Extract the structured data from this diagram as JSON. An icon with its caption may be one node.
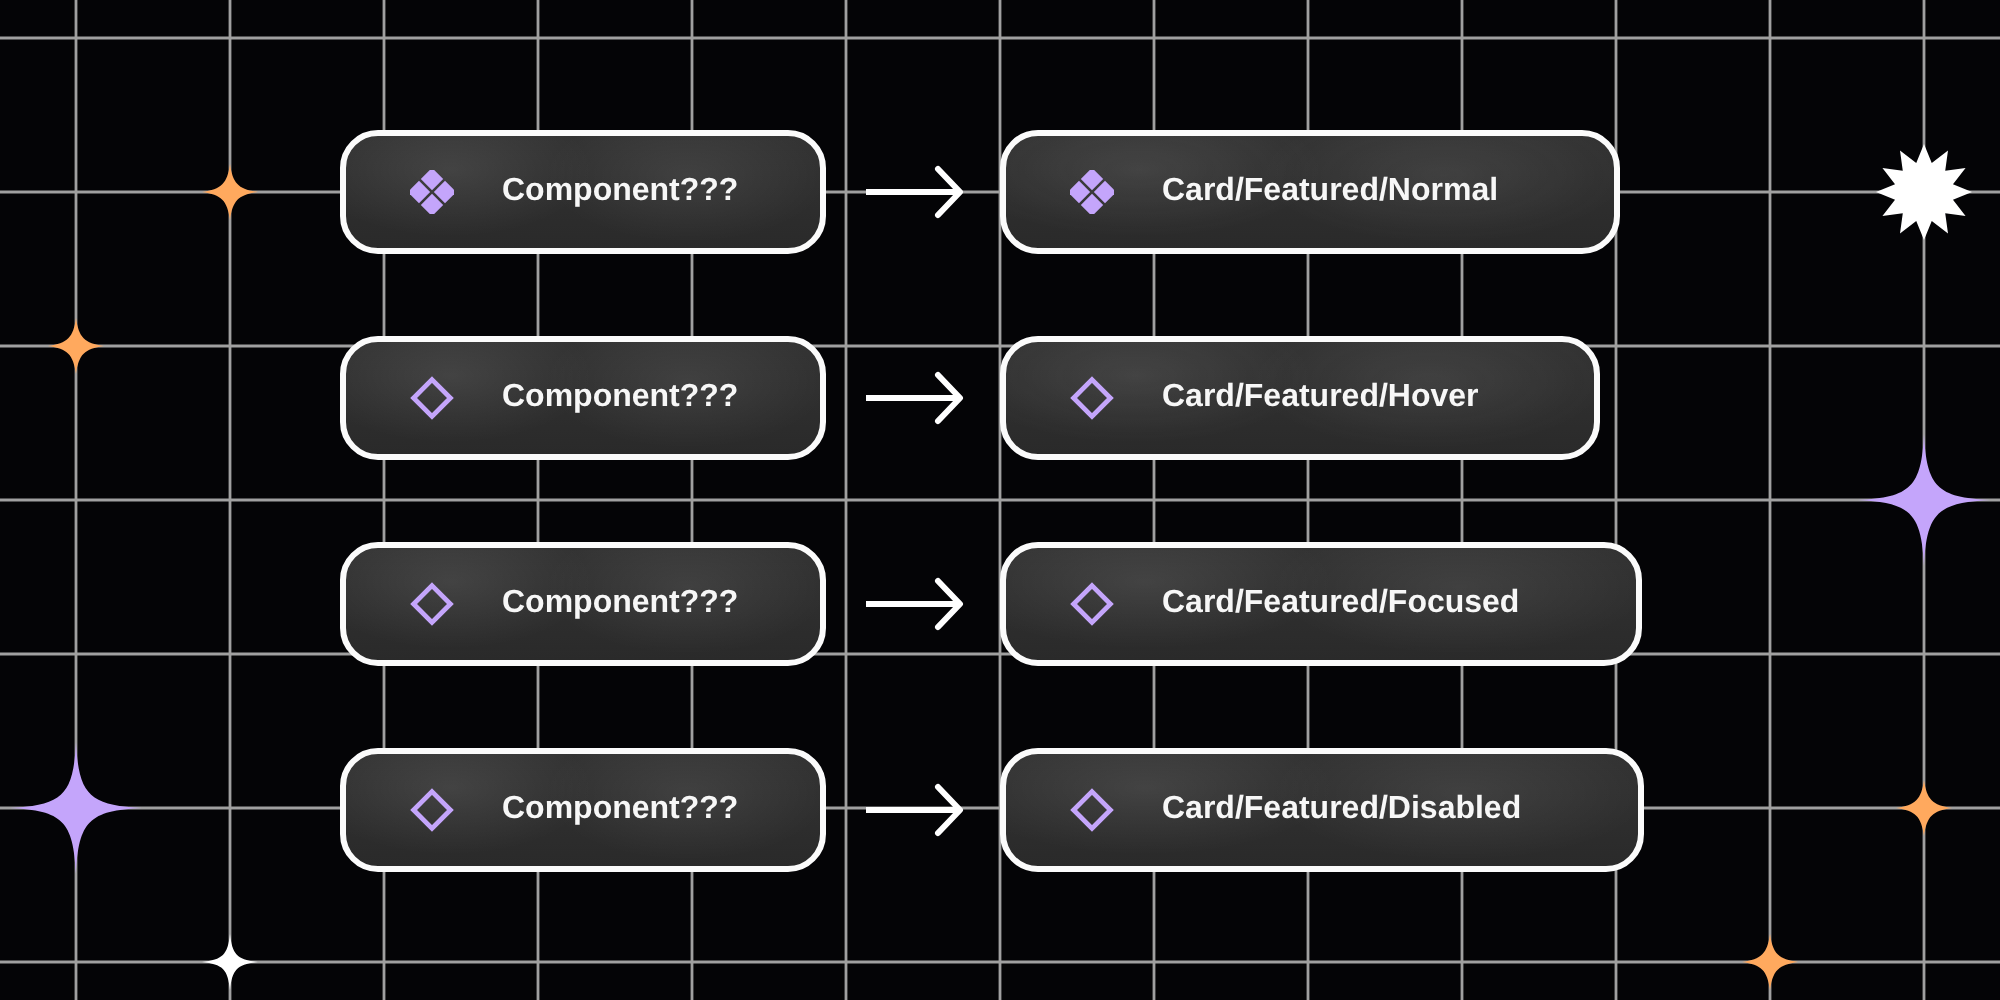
{
  "diagram": {
    "nodes": [
      {
        "text": [
          "Component???"
        ]
      },
      {
        "text": [
          "Card/Featured/Normal"
        ]
      },
      {
        "text": [
          "Component???"
        ]
      },
      {
        "text": [
          "Card/Featured/Hover"
        ]
      },
      {
        "text": [
          "Component???"
        ]
      },
      {
        "text": [
          "Card/Featured/Focused"
        ]
      },
      {
        "text": [
          "Component???"
        ]
      },
      {
        "text": [
          "Card/Featured/Disabled"
        ]
      }
    ],
    "edges": [
      {
        "from": 0,
        "to": 1,
        "arrow": "to"
      },
      {
        "from": 2,
        "to": 3,
        "arrow": "to"
      },
      {
        "from": 4,
        "to": 5,
        "arrow": "to"
      },
      {
        "from": 6,
        "to": 7,
        "arrow": "to"
      }
    ]
  }
}
